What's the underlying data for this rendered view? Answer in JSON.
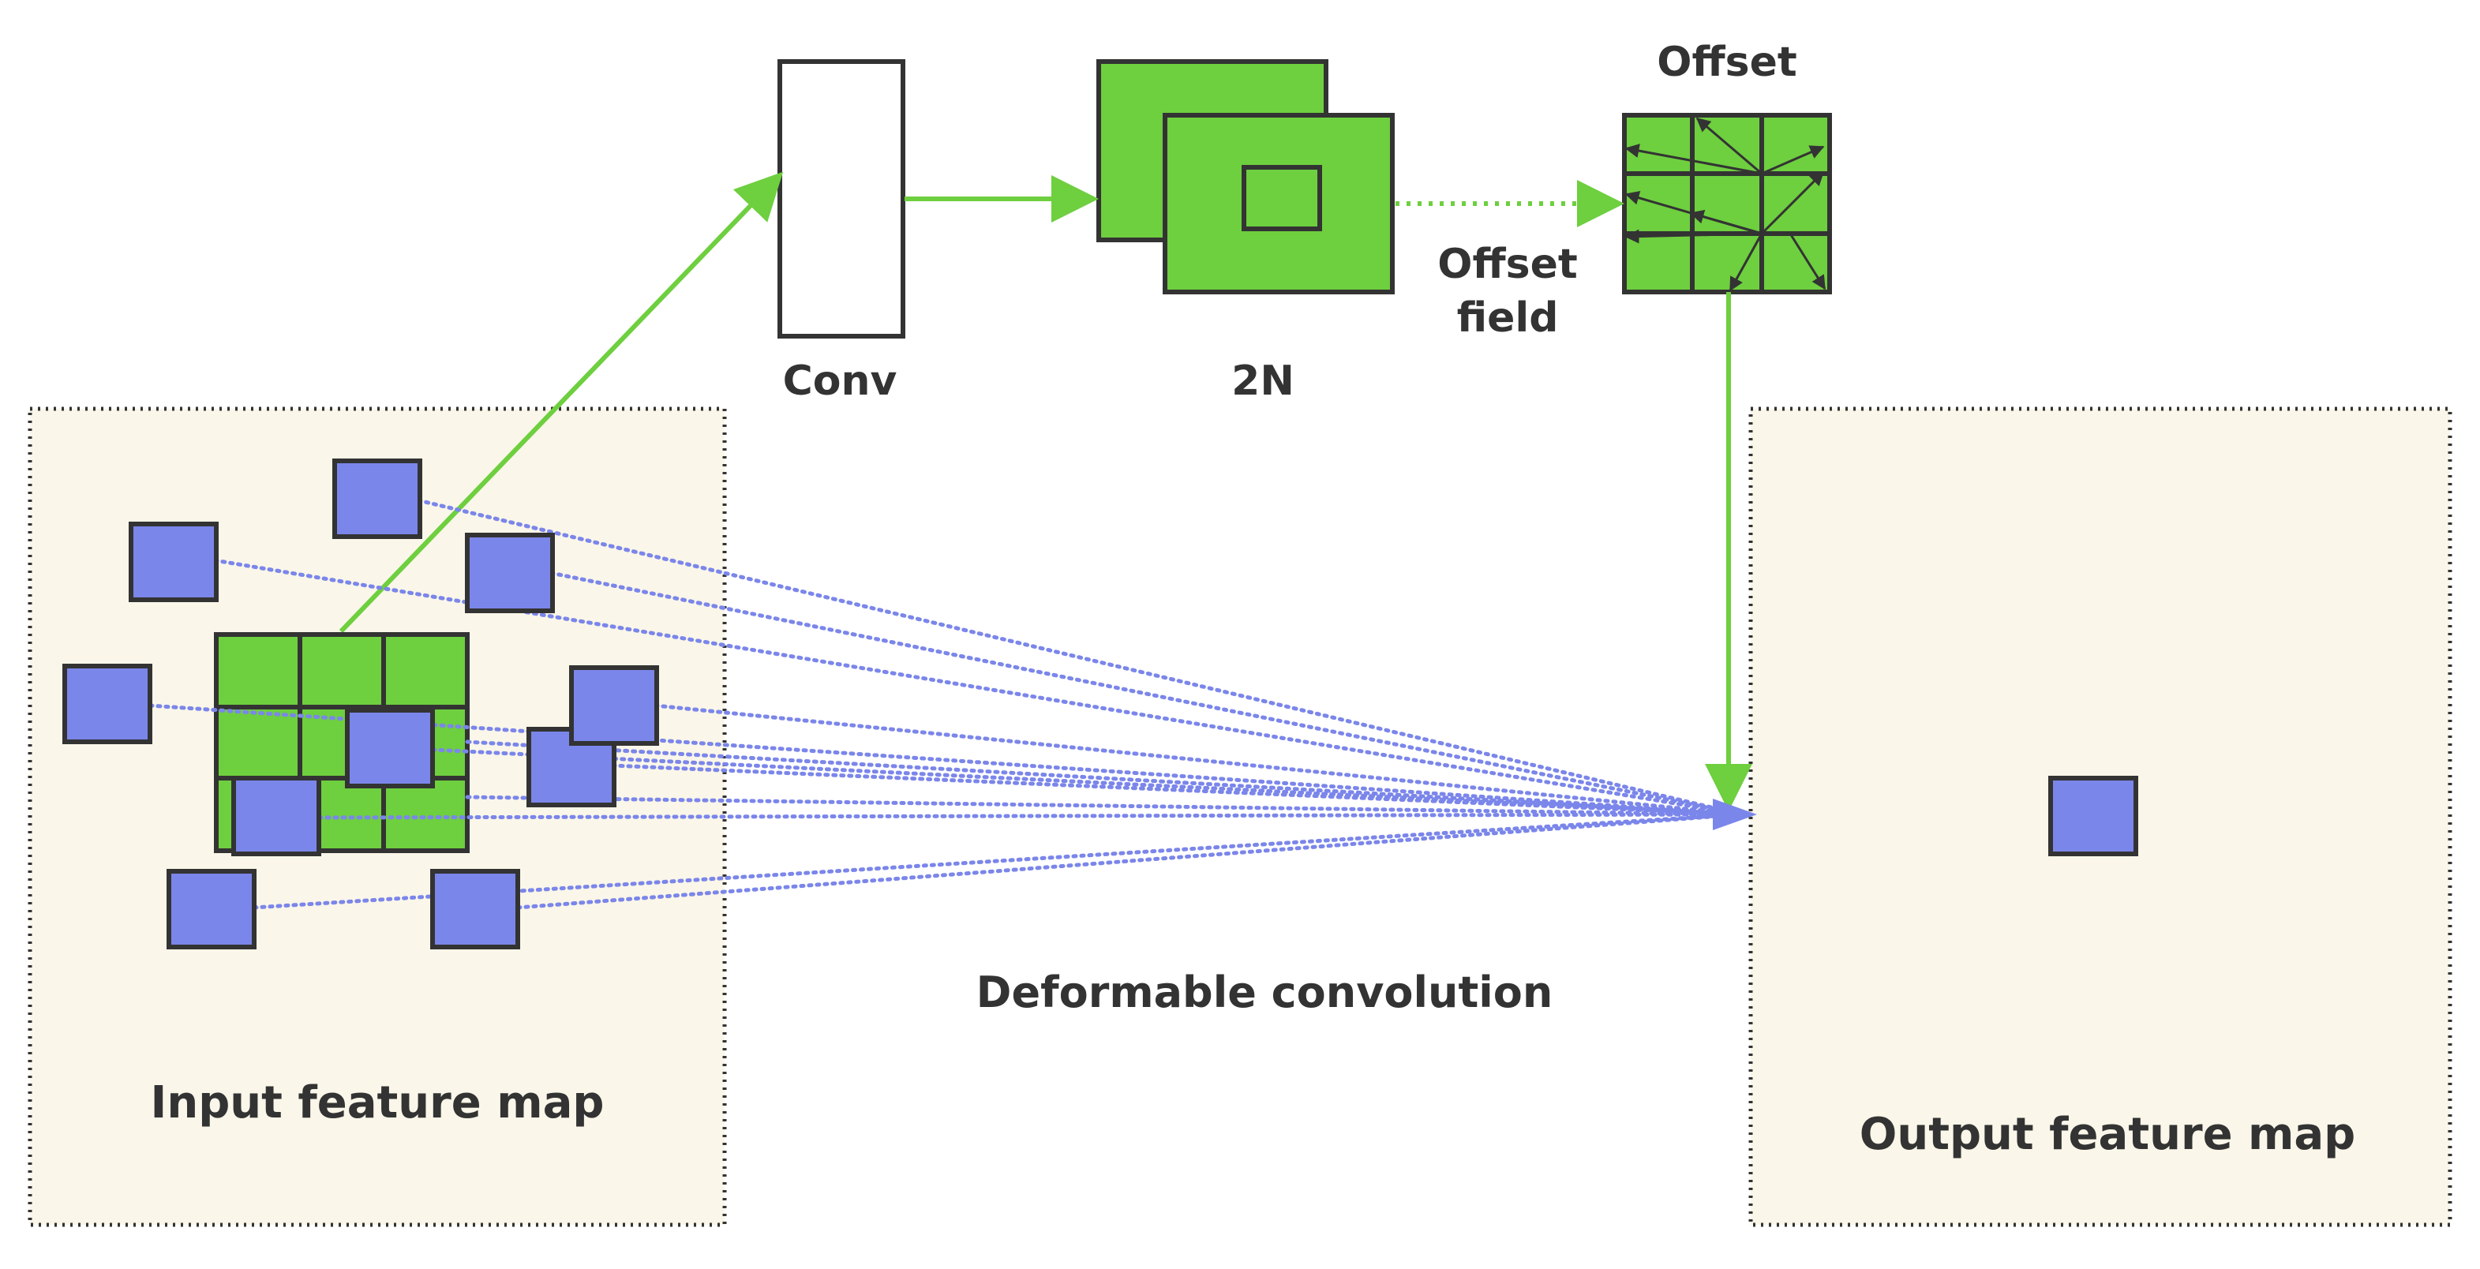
{
  "labels": {
    "conv": "Conv",
    "two_n": "2N",
    "offset": "Offset",
    "offset_field_line1": "Offset",
    "offset_field_line2": "field",
    "input_feature_map": "Input feature map",
    "output_feature_map": "Output feature map",
    "deformable_convolution": "Deformable convolution"
  },
  "colors": {
    "green": "#6ecf3f",
    "blue_square": "#7b86ea",
    "blue_line": "#7b86ea",
    "panel_fill": "#faf6e9",
    "outline": "#333333"
  }
}
